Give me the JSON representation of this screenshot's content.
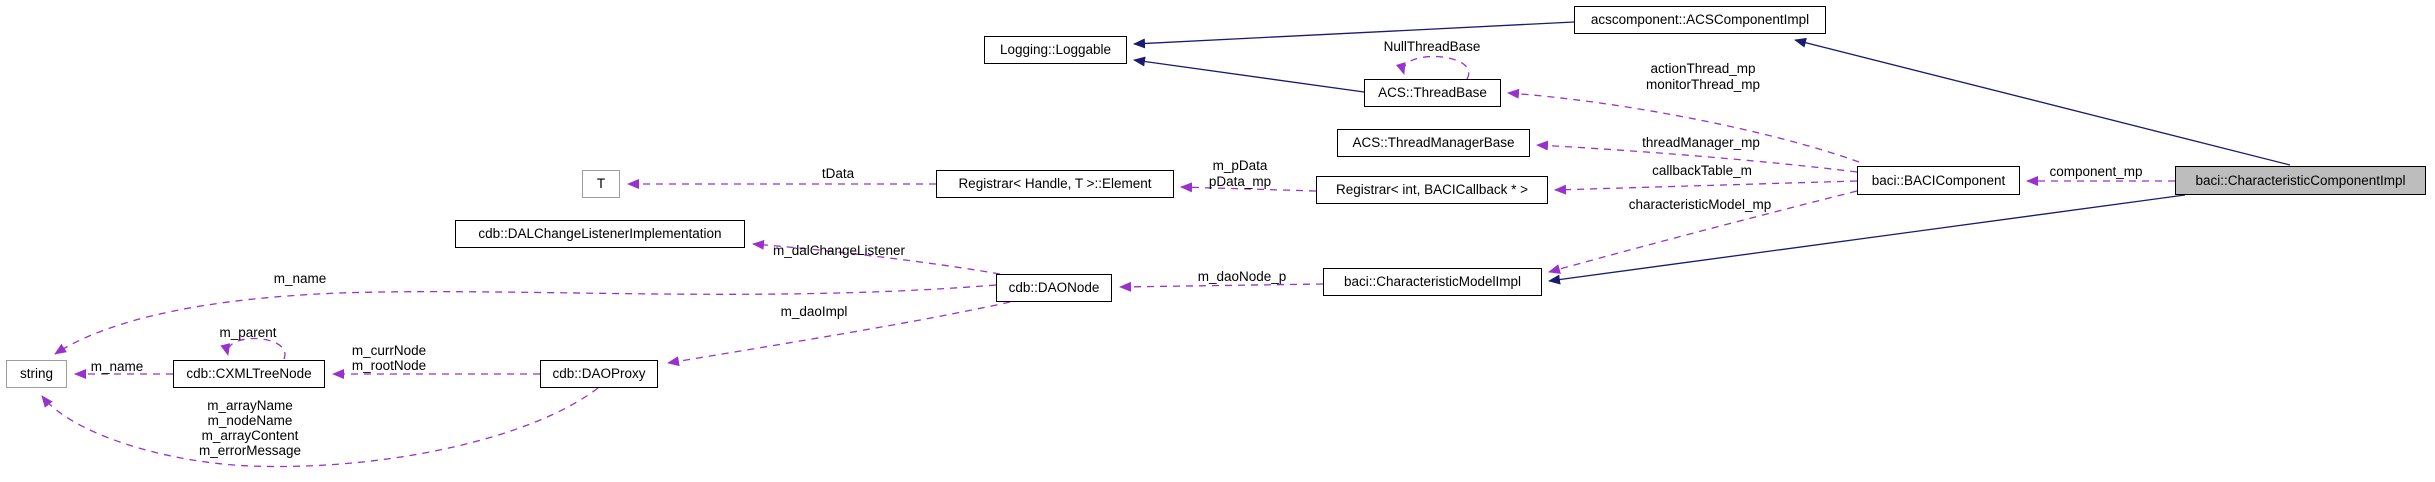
{
  "diagram": {
    "title": "Collaboration graph for baci::CharacteristicComponentImpl",
    "colors": {
      "inheritance_edge": "#1a1a70",
      "member_edge": "#9932cc",
      "highlight_fill": "#bdbdbd",
      "node_border": "#000000",
      "template_node_border": "#9e9e9e",
      "background": "#ffffff"
    },
    "nodes": [
      {
        "id": "loggable",
        "label": "Logging::Loggable"
      },
      {
        "id": "acs_component_impl",
        "label": "acscomponent::ACSComponentImpl"
      },
      {
        "id": "thread_base",
        "label": "ACS::ThreadBase"
      },
      {
        "id": "thread_manager_base",
        "label": "ACS::ThreadManagerBase"
      },
      {
        "id": "registrar_element",
        "label": "Registrar< Handle, T >::Element"
      },
      {
        "id": "t_param",
        "label": "T"
      },
      {
        "id": "registrar_int",
        "label": "Registrar< int, BACICallback * >"
      },
      {
        "id": "baci_component",
        "label": "baci::BACIComponent"
      },
      {
        "id": "char_component_impl",
        "label": "baci::CharacteristicComponentImpl"
      },
      {
        "id": "char_model_impl",
        "label": "baci::CharacteristicModelImpl"
      },
      {
        "id": "dal_change_listener",
        "label": "cdb::DALChangeListenerImplementation"
      },
      {
        "id": "dao_node",
        "label": "cdb::DAONode"
      },
      {
        "id": "string_node",
        "label": "string"
      },
      {
        "id": "cxml_tree_node",
        "label": "cdb::CXMLTreeNode"
      },
      {
        "id": "dao_proxy",
        "label": "cdb::DAOProxy"
      }
    ],
    "edge_labels": [
      {
        "id": "null_thread_base",
        "text": "NullThreadBase"
      },
      {
        "id": "action_thread_mp",
        "text": "actionThread_mp"
      },
      {
        "id": "monitor_thread_mp",
        "text": "monitorThread_mp"
      },
      {
        "id": "thread_manager_mp",
        "text": "threadManager_mp"
      },
      {
        "id": "callback_table_m",
        "text": "callbackTable_m"
      },
      {
        "id": "characteristic_model_mp",
        "text": "characteristicModel_mp"
      },
      {
        "id": "component_mp",
        "text": "component_mp"
      },
      {
        "id": "m_pdata",
        "text": "m_pData"
      },
      {
        "id": "pdata_mp",
        "text": "pData_mp"
      },
      {
        "id": "tdata",
        "text": "tData"
      },
      {
        "id": "m_dal_change_listener",
        "text": "m_dalChangeListener"
      },
      {
        "id": "m_dao_node_p",
        "text": "m_daoNode_p"
      },
      {
        "id": "m_name_top",
        "text": "m_name"
      },
      {
        "id": "m_dao_impl",
        "text": "m_daoImpl"
      },
      {
        "id": "m_parent",
        "text": "m_parent"
      },
      {
        "id": "m_curr_node",
        "text": "m_currNode"
      },
      {
        "id": "m_root_node",
        "text": "m_rootNode"
      },
      {
        "id": "m_name_left",
        "text": "m_name"
      },
      {
        "id": "m_array_name",
        "text": "m_arrayName"
      },
      {
        "id": "m_node_name",
        "text": "m_nodeName"
      },
      {
        "id": "m_array_content",
        "text": "m_arrayContent"
      },
      {
        "id": "m_error_message",
        "text": "m_errorMessage"
      }
    ],
    "edges": [
      {
        "from": "acscomponent::ACSComponentImpl",
        "to": "Logging::Loggable",
        "relation": "inheritance"
      },
      {
        "from": "ACS::ThreadBase",
        "to": "Logging::Loggable",
        "relation": "inheritance"
      },
      {
        "from": "baci::CharacteristicComponentImpl",
        "to": "acscomponent::ACSComponentImpl",
        "relation": "inheritance"
      },
      {
        "from": "baci::CharacteristicComponentImpl",
        "to": "baci::CharacteristicModelImpl",
        "relation": "inheritance"
      },
      {
        "from": "ACS::ThreadBase",
        "to": "ACS::ThreadBase",
        "relation": "member",
        "label": "NullThreadBase"
      },
      {
        "from": "baci::BACIComponent",
        "to": "ACS::ThreadBase",
        "relation": "member",
        "label": "actionThread_mp monitorThread_mp"
      },
      {
        "from": "baci::BACIComponent",
        "to": "ACS::ThreadManagerBase",
        "relation": "member",
        "label": "threadManager_mp"
      },
      {
        "from": "baci::BACIComponent",
        "to": "Registrar< int, BACICallback * >",
        "relation": "member",
        "label": "callbackTable_m"
      },
      {
        "from": "baci::BACIComponent",
        "to": "baci::CharacteristicModelImpl",
        "relation": "member",
        "label": "characteristicModel_mp"
      },
      {
        "from": "baci::CharacteristicComponentImpl",
        "to": "baci::BACIComponent",
        "relation": "member",
        "label": "component_mp"
      },
      {
        "from": "Registrar< int, BACICallback * >",
        "to": "Registrar< Handle, T >::Element",
        "relation": "member",
        "label": "m_pData pData_mp"
      },
      {
        "from": "Registrar< Handle, T >::Element",
        "to": "T",
        "relation": "member",
        "label": "tData"
      },
      {
        "from": "cdb::DAONode",
        "to": "cdb::DALChangeListenerImplementation",
        "relation": "member",
        "label": "m_dalChangeListener"
      },
      {
        "from": "baci::CharacteristicModelImpl",
        "to": "cdb::DAONode",
        "relation": "member",
        "label": "m_daoNode_p"
      },
      {
        "from": "cdb::DAONode",
        "to": "string",
        "relation": "member",
        "label": "m_name"
      },
      {
        "from": "cdb::DAONode",
        "to": "cdb::DAOProxy",
        "relation": "member",
        "label": "m_daoImpl"
      },
      {
        "from": "cdb::DAOProxy",
        "to": "cdb::CXMLTreeNode",
        "relation": "member",
        "label": "m_currNode m_rootNode"
      },
      {
        "from": "cdb::CXMLTreeNode",
        "to": "cdb::CXMLTreeNode",
        "relation": "member",
        "label": "m_parent"
      },
      {
        "from": "cdb::CXMLTreeNode",
        "to": "string",
        "relation": "member",
        "label": "m_name"
      },
      {
        "from": "cdb::DAOProxy",
        "to": "string",
        "relation": "member",
        "label": "m_arrayName m_nodeName m_arrayContent m_errorMessage"
      }
    ]
  }
}
